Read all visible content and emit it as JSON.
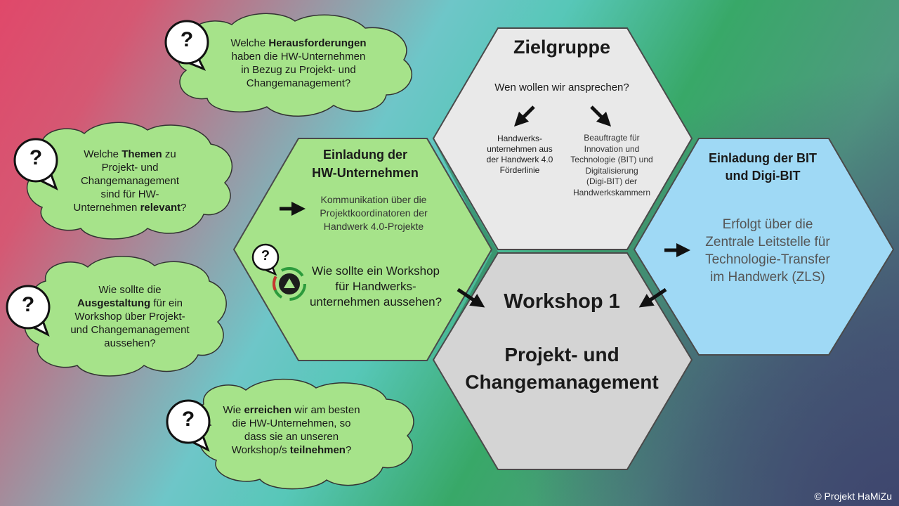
{
  "clouds": [
    {
      "id": "c1",
      "pre": "Welche ",
      "bold": "Herausforderungen",
      "post": "",
      "lines": [
        "haben die HW-Unternehmen",
        "in Bezug zu Projekt- und",
        "Changemanagement?"
      ]
    },
    {
      "id": "c2",
      "pre": "Welche ",
      "bold": "Themen",
      "post": " zu",
      "lines": [
        "Projekt- und",
        "Changemanagement",
        "sind für HW-"
      ],
      "last_pre": "Unternehmen  ",
      "last_bold": "relevant",
      "last_post": "?"
    },
    {
      "id": "c3",
      "first": "Wie sollte die",
      "bold": "Ausgestaltung",
      "post": " für ein",
      "lines": [
        "Workshop über Projekt-",
        "und Changemanagement",
        "aussehen?"
      ]
    },
    {
      "id": "c4",
      "pre": "Wie ",
      "bold": "erreichen",
      "post": " wir am besten",
      "lines": [
        "die HW-Unternehmen,  so",
        "dass sie an unseren"
      ],
      "last_pre": "Workshop/s ",
      "last_bold": "teilnehmen",
      "last_post": "?"
    }
  ],
  "question_mark": "?",
  "hexagons": {
    "zielgruppe": {
      "title": "Zielgruppe",
      "subtitle": "Wen wollen wir ansprechen?",
      "left_lines": [
        "Handwerks-",
        "unternehmen aus",
        "der Handwerk 4.0",
        "Förderlinie"
      ],
      "right_lines": [
        "Beauftragte für",
        "Innovation und",
        "Technologie (BIT) und",
        "Digitalisierung",
        "(Digi-BIT) der",
        "Handwerkskammern"
      ]
    },
    "einladung_hw": {
      "title_lines": [
        "Einladung der",
        "HW-Unternehmen"
      ],
      "text_lines": [
        "Kommunikation über die",
        "Projektkoordinatoren der",
        "Handwerk 4.0-Projekte"
      ],
      "question_lines": [
        "Wie sollte ein Workshop",
        "für Handwerks-",
        "unternehmen aussehen?"
      ]
    },
    "einladung_bit": {
      "title_lines": [
        "Einladung der BIT",
        "und Digi-BIT"
      ],
      "text_lines": [
        "Erfolgt über die",
        "Zentrale Leitstelle für",
        "Technologie-Transfer",
        "im Handwerk (ZLS)"
      ]
    },
    "workshop": {
      "title": "Workshop 1",
      "subtitle_lines": [
        "Projekt- und",
        "Changemanagement"
      ]
    }
  },
  "copyright": "© Projekt HaMiZu",
  "colors": {
    "cloud": "#a6e38a",
    "hex_green": "#a6e38a",
    "hex_blue": "#9fd9f5",
    "hex_light": "#e9e9e9",
    "hex_gray": "#d4d4d4"
  }
}
